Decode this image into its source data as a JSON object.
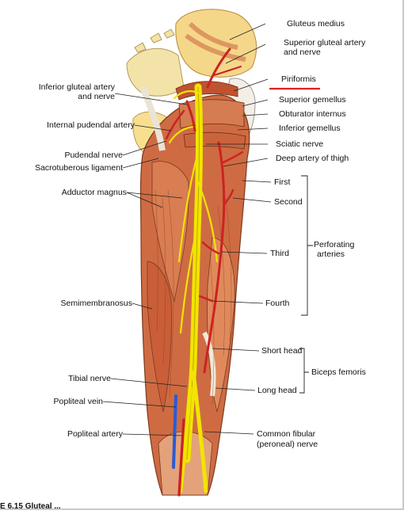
{
  "figure": {
    "caption_fragment": "E 6.15   Gluteal ...",
    "colors": {
      "muscle": "#c8623e",
      "muscle_light": "#e39a6c",
      "nerve": "#f2e400",
      "artery": "#cc2222",
      "vein": "#2a5bd7",
      "bone": "#f4e3a8",
      "highlight_underline": "#e02020"
    }
  },
  "labels": {
    "gluteus_medius": "Gluteus medius",
    "superior_gluteal_line1": "Superior gluteal artery",
    "superior_gluteal_line2": "and nerve",
    "piriformis": "Piriformis",
    "inferior_gluteal_line1": "Inferior gluteal artery",
    "inferior_gluteal_line2": "and nerve",
    "superior_gemellus": "Superior gemellus",
    "obturator_internus": "Obturator internus",
    "internal_pudendal": "Internal pudendal artery",
    "inferior_gemellus": "Inferior gemellus",
    "sciatic_nerve": "Sciatic nerve",
    "pudendal_nerve": "Pudendal nerve",
    "deep_artery": "Deep artery of thigh",
    "sacrotuberous": "Sacrotuberous ligament",
    "first": "First",
    "adductor_magnus": "Adductor magnus",
    "second": "Second",
    "perforating_line1": "Perforating",
    "perforating_line2": "arteries",
    "third": "Third",
    "semimembranosus": "Semimembranosus",
    "fourth": "Fourth",
    "short_head": "Short head",
    "biceps_femoris": "Biceps femoris",
    "tibial_nerve": "Tibial nerve",
    "long_head": "Long head",
    "popliteal_vein": "Popliteal vein",
    "popliteal_artery": "Popliteal artery",
    "common_fibular_line1": "Common fibular",
    "common_fibular_line2": "(peroneal) nerve"
  }
}
